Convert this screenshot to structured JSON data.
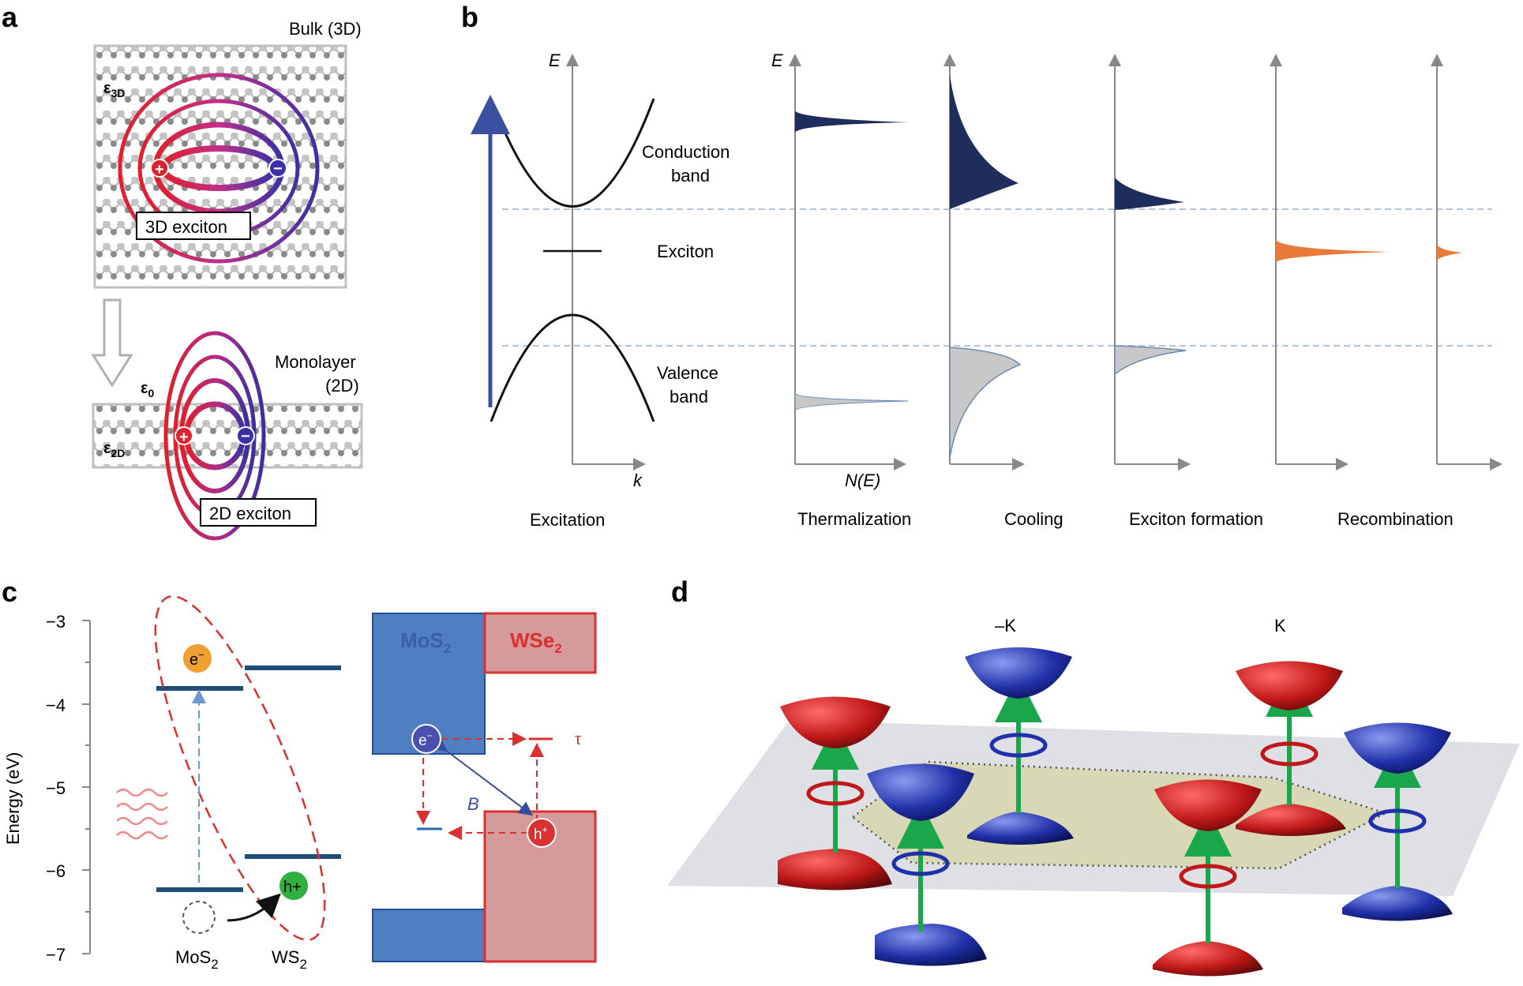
{
  "panels": {
    "a": {
      "letter": "a",
      "bulk_label": "Bulk (3D)",
      "eps_3d": "ε",
      "eps_3d_sub": "3D",
      "exciton_3d": "3D exciton",
      "monolayer_label": "Monolayer",
      "monolayer_label2": "(2D)",
      "eps_0": "ε",
      "eps_0_sub": "0",
      "eps_2d": "ε",
      "eps_2d_sub": "2D",
      "exciton_2d": "2D exciton",
      "plus": "+",
      "minus": "−"
    },
    "b": {
      "letter": "b",
      "axis_E": "E",
      "axis_E2": "E",
      "axis_k": "k",
      "axis_NE": "N(E)",
      "conduction_band": "Conduction",
      "conduction_band2": "band",
      "exciton": "Exciton",
      "valence_band": "Valence",
      "valence_band2": "band",
      "stages": [
        "Excitation",
        "Thermalization",
        "Cooling",
        "Exciton formation",
        "Recombination"
      ],
      "colors": {
        "electron": "#1f2d5c",
        "hole": "#c8c8c8",
        "exciton": "#e87a3a",
        "arrow": "#3b4fa0"
      }
    },
    "c": {
      "letter": "c",
      "y_axis_label": "Energy (eV)",
      "y_ticks": [
        "−3",
        "−4",
        "−5",
        "−6",
        "−7"
      ],
      "electron_label": "e",
      "electron_sup": "−",
      "hole_label": "h+",
      "mos2": "MoS",
      "mos2_sub": "2",
      "ws2": "WS",
      "ws2_sub": "2",
      "box_mos2": "MoS",
      "box_mos2_sub": "2",
      "box_wse2": "WSe",
      "box_wse2_sub": "2",
      "box_e": "e",
      "box_e_sup": "−",
      "box_h": "h",
      "box_h_sup": "+",
      "tau": "τ",
      "B": "B",
      "colors": {
        "band": "#1f4e79",
        "mos2_box": "#4f7fc0",
        "wse2_box": "#d79a9a",
        "wse2_edge": "#d93030",
        "electron": "#f0a030",
        "hole": "#2fb040"
      }
    },
    "d": {
      "letter": "d",
      "minus_K": "–K",
      "K": "K",
      "colors": {
        "red_valley": "#b01818",
        "blue_valley": "#1c2a9a",
        "arrow": "#1aa64a",
        "plane": "#d8dbe2",
        "hexagon": "#d6d6a8"
      }
    }
  }
}
